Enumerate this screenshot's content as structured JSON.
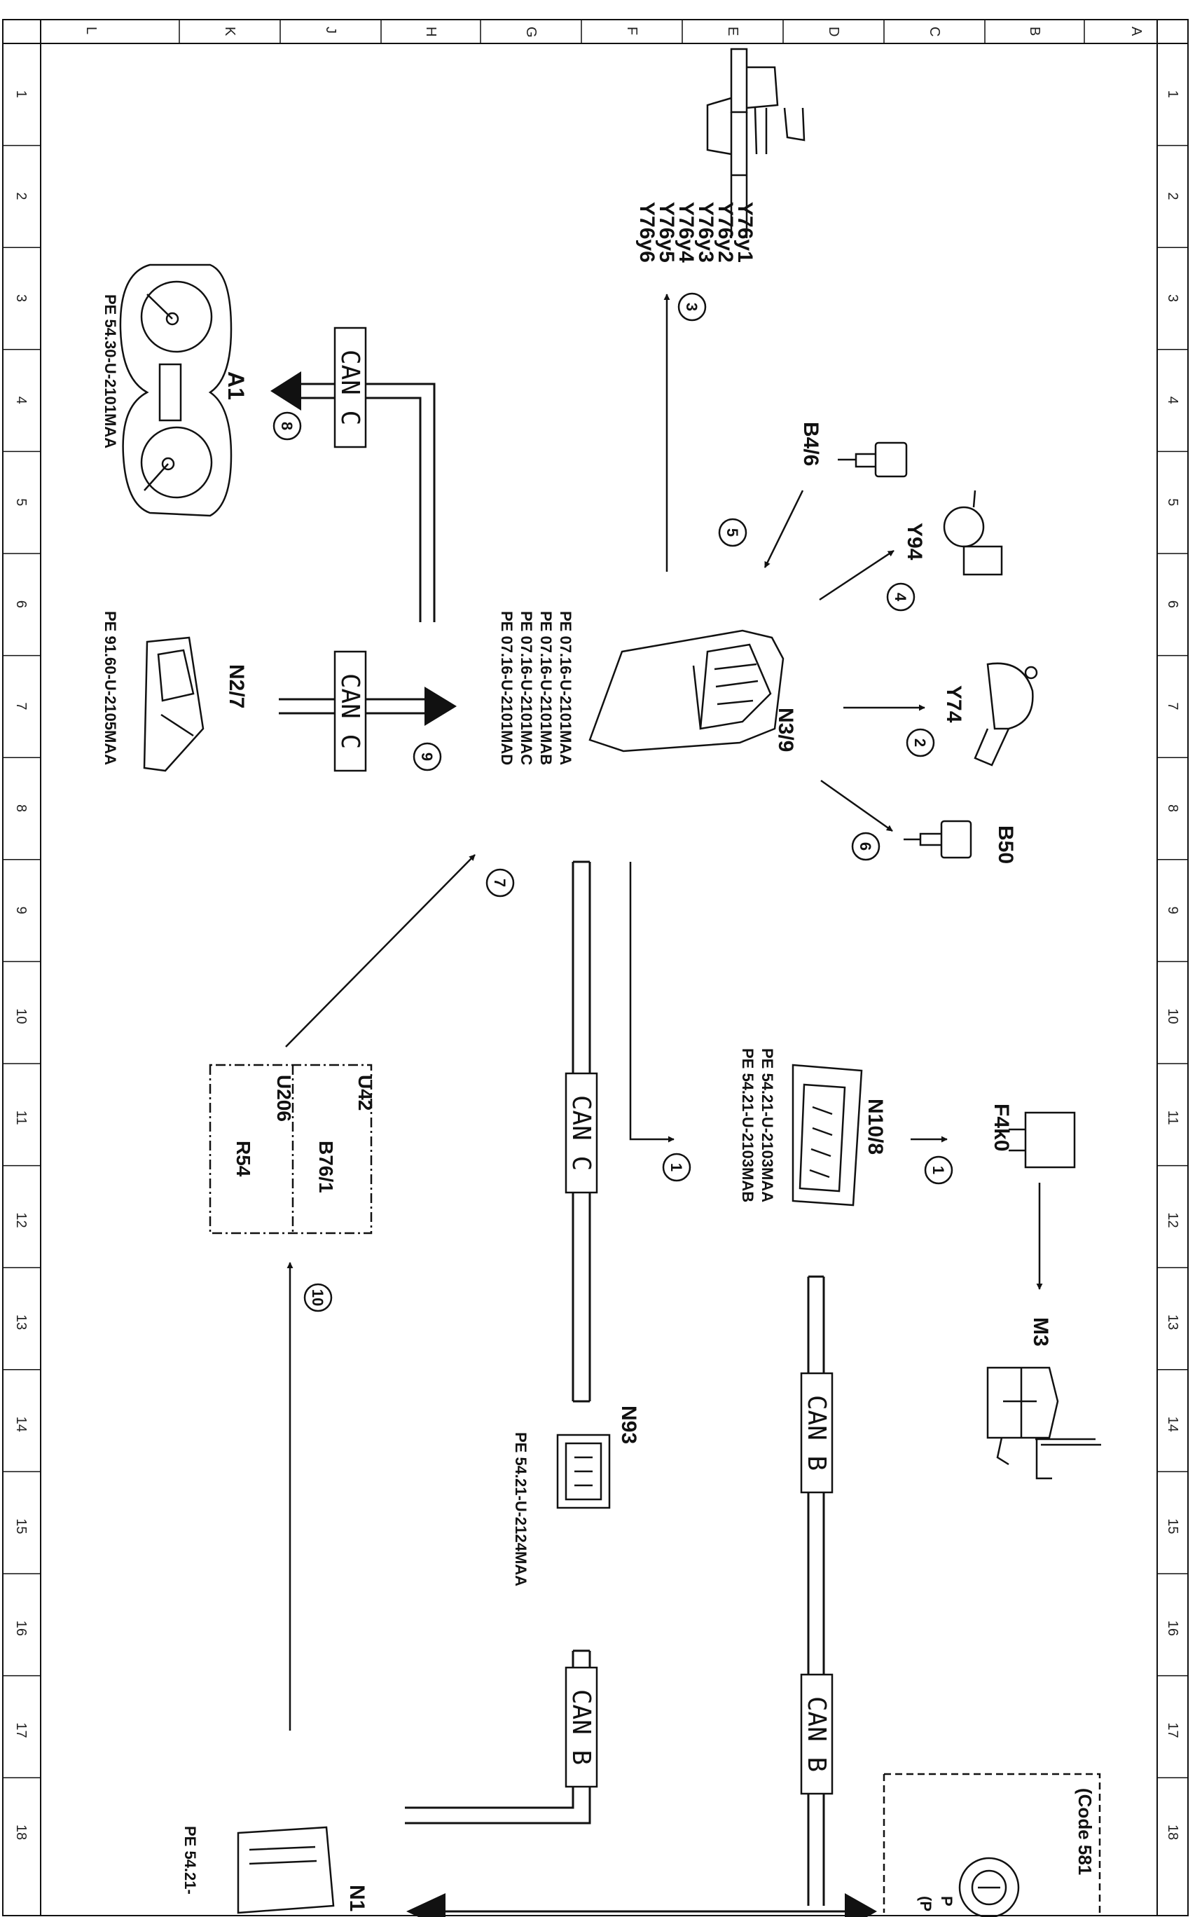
{
  "grid": {
    "cols": [
      "A",
      "B",
      "C",
      "D",
      "E",
      "F",
      "G",
      "H",
      "J",
      "K",
      "L"
    ],
    "rows": [
      "1",
      "2",
      "3",
      "4",
      "5",
      "6",
      "7",
      "8",
      "9",
      "10",
      "11",
      "12",
      "13",
      "14",
      "15",
      "16",
      "17",
      "18"
    ]
  },
  "components": {
    "n3_9": "N3/9",
    "n10_8": "N10/8",
    "f4k0": "F4k0",
    "m3": "M3",
    "n93": "N93",
    "a1": "A1",
    "n2_7": "N2/7",
    "b4_6": "B4/6",
    "y94": "Y94",
    "y74": "Y74",
    "b50": "B50",
    "injectors": [
      "Y76y1",
      "Y76y2",
      "Y76y3",
      "Y76y4",
      "Y76y5",
      "Y76y6"
    ],
    "dash_group_a": [
      "U42",
      "B76/1"
    ],
    "dash_group_b": [
      "U206",
      "R54"
    ],
    "n1_partial": "N1"
  },
  "references": {
    "n3_9": [
      "PE 07.16-U-2101MAA",
      "PE 07.16-U-2101MAB",
      "PE 07.16-U-2101MAC",
      "PE 07.16-U-2101MAD"
    ],
    "a1": "PE 54.30-U-2101MAA",
    "n2_7": "PE 91.60-U-2105MAA",
    "n10_8": [
      "PE 54.21-U-2103MAA",
      "PE 54.21-U-2103MAB"
    ],
    "n93": "PE 54.21-U-2124MAA",
    "n1_partial": "PE 54.21-",
    "code_box": [
      "(Code 581",
      "P",
      "(P"
    ]
  },
  "can_labels": {
    "c_a1": "CAN C",
    "c_n2_7": "CAN C",
    "c_vertical": "CAN C",
    "b_right": "CAN B",
    "b_right_lower": "CAN B",
    "b_left": "CAN B"
  },
  "callouts": [
    "1",
    "2",
    "3",
    "4",
    "5",
    "6",
    "7",
    "8",
    "9",
    "10",
    "1"
  ]
}
